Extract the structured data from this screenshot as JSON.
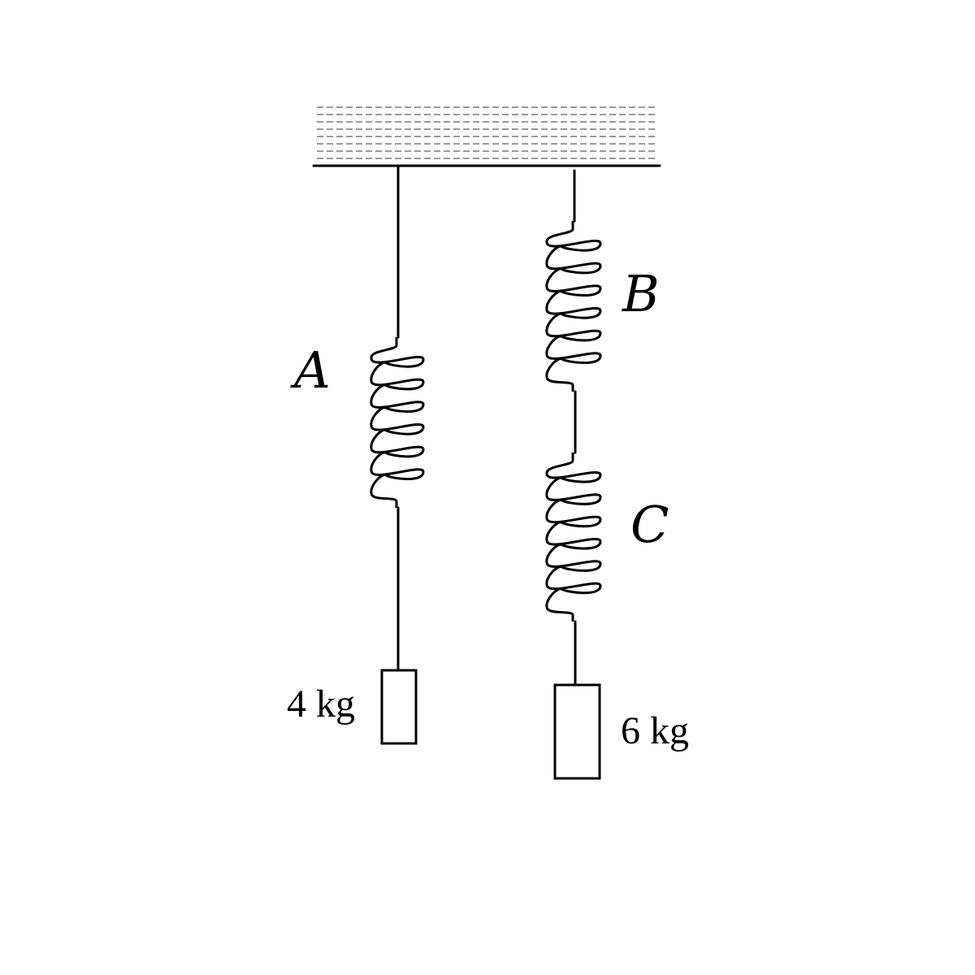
{
  "diagram": {
    "springs": [
      {
        "id": "A",
        "label": "A"
      },
      {
        "id": "B",
        "label": "B"
      },
      {
        "id": "C",
        "label": "C"
      }
    ],
    "masses": [
      {
        "id": "m1",
        "label": "4 kg"
      },
      {
        "id": "m2",
        "label": "6 kg"
      }
    ],
    "colors": {
      "line": "#000000",
      "ceiling_hatch": "#9a9a9a",
      "background": "#ffffff"
    }
  }
}
